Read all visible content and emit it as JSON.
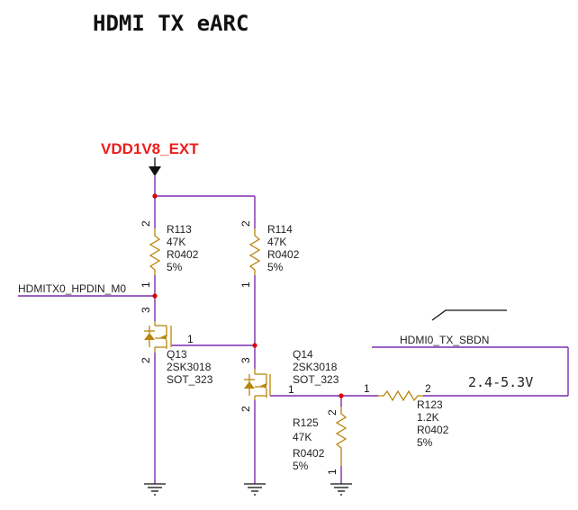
{
  "title": "HDMI TX eARC",
  "power_rail": "VDD1V8_EXT",
  "net_hpd": "HDMITX0_HPDIN_M0",
  "net_sbdn": "HDMI0_TX_SBDN",
  "voltage_box": "2.4-5.3V",
  "colors": {
    "wire": "#7a2db0",
    "component": "#b8860b",
    "power": "#ee1c1c",
    "junction": "#e00000"
  },
  "r113": {
    "ref": "R113",
    "value": "47K",
    "package": "R0402",
    "tolerance": "5%",
    "pin_top": "2",
    "pin_bottom": "1"
  },
  "r114": {
    "ref": "R114",
    "value": "47K",
    "package": "R0402",
    "tolerance": "5%",
    "pin_top": "2",
    "pin_bottom": "1"
  },
  "r125": {
    "ref": "R125",
    "value": "47K",
    "package": "R0402",
    "tolerance": "5%",
    "pin_top": "2",
    "pin_bottom": "1"
  },
  "r123": {
    "ref": "R123",
    "value": "1.2K",
    "package": "R0402",
    "tolerance": "5%",
    "pin_left": "1",
    "pin_right": "2"
  },
  "q13": {
    "ref": "Q13",
    "part": "2SK3018",
    "package": "SOT_323",
    "pin_drain": "3",
    "pin_gate": "1",
    "pin_source": "2"
  },
  "q14": {
    "ref": "Q14",
    "part": "2SK3018",
    "package": "SOT_323",
    "pin_drain": "3",
    "pin_gate": "1",
    "pin_source": "2"
  }
}
